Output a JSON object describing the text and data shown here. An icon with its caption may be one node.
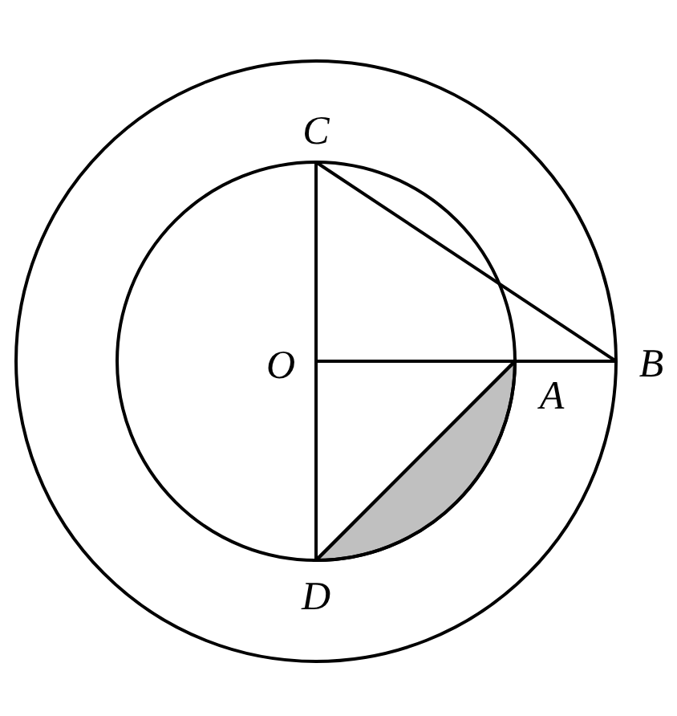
{
  "diagram": {
    "labels": [
      "C",
      "O",
      "A",
      "B",
      "D"
    ]
  }
}
